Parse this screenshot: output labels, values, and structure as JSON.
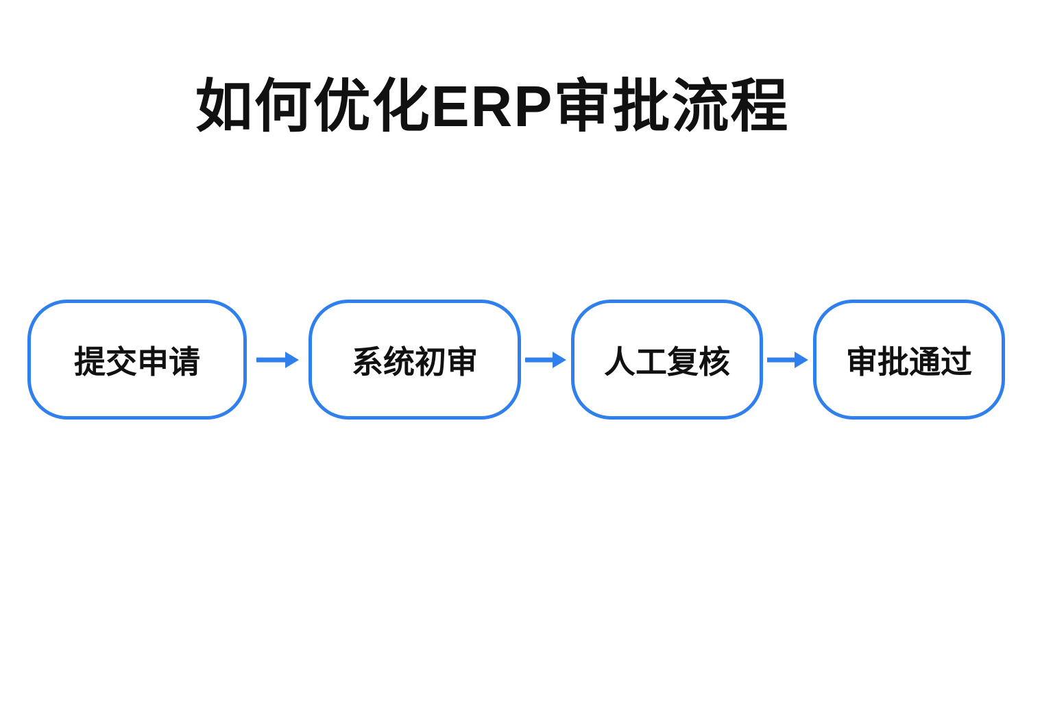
{
  "title": "如何优化ERP审批流程",
  "flow": {
    "nodes": [
      {
        "id": "submit-application",
        "label": "提交申请"
      },
      {
        "id": "system-initial-review",
        "label": "系统初审"
      },
      {
        "id": "manual-recheck",
        "label": "人工复核"
      },
      {
        "id": "approval-passed",
        "label": "审批通过"
      }
    ],
    "arrow_icon": "right-arrow"
  },
  "colors": {
    "accent": "#2F80ED",
    "text": "#111111",
    "background": "#FFFFFF"
  }
}
